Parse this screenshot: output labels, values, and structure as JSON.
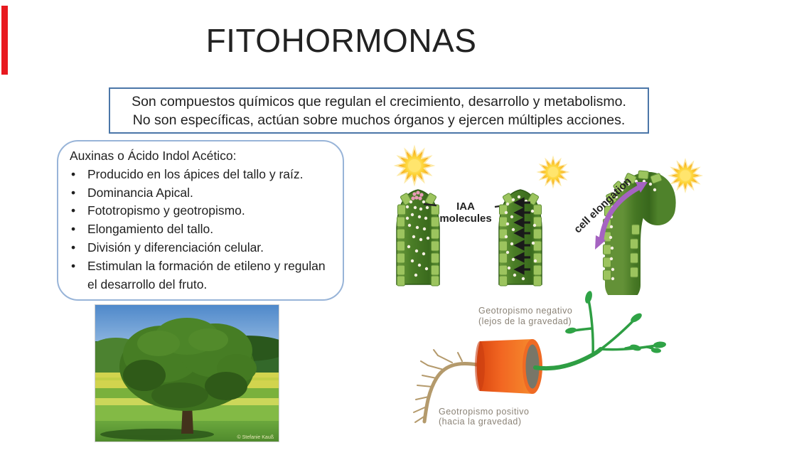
{
  "slide": {
    "background_color": "#ffffff",
    "accent_bar_color": "#e8191f",
    "title": "FITOHORMONAS",
    "description_box": {
      "border_color": "#4b76a8",
      "line1": "Son compuestos químicos que regulan el crecimiento, desarrollo y metabolismo.",
      "line2": "No son específicas, actúan sobre muchos órganos y ejercen múltiples acciones."
    },
    "auxin_box": {
      "border_color": "#98b4d8",
      "heading": "Auxinas o Ácido Indol Acético:",
      "bullets": [
        "Producido en los ápices del tallo y raíz.",
        "Dominancia Apical.",
        "Fototropismo y geotropismo.",
        "Elongamiento del tallo.",
        "División y diferenciación celular.",
        "Estimulan la formación de etileno y regulan el desarrollo del fruto."
      ]
    },
    "phototropism_diagram": {
      "iaa_label_line1": "IAA",
      "iaa_label_line2": "molecules",
      "cell_elongation_label": "cell elongation",
      "sun_color": "#f9b32a",
      "shoot_color": "#4a7d26",
      "cell_color": "#9cc45e",
      "iaa_dot_color": "#f5efe2",
      "tip_cluster_color": "#e89bb8",
      "arrow_color": "#1a1a1a",
      "elongation_arrow_color": "#a563c1"
    },
    "geotropism_diagram": {
      "negative_label_line1": "Geotropismo negativo",
      "negative_label_line2": "(lejos de la gravedad)",
      "positive_label_line1": "Geotropismo positivo",
      "positive_label_line2": "(hacia la gravedad)",
      "pot_color": "#ef6a24",
      "pot_hole_color": "#787668",
      "shoot_color": "#2e9e43",
      "root_color": "#b49a6c",
      "label_color": "#8b8377"
    },
    "tree_photo": {
      "watermark": "© Stefanie Kauß"
    }
  }
}
